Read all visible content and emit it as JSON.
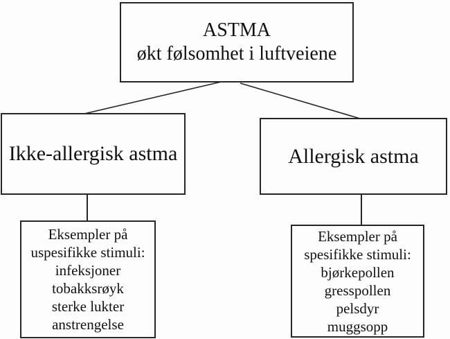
{
  "colors": {
    "background": "#fdfdfd",
    "line": "#262626",
    "text": "#111111"
  },
  "diagram": {
    "root": {
      "title": "ASTMA",
      "subtitle": "økt følsomhet i luftveiene"
    },
    "branches": [
      {
        "label": "Ikke-allergisk astma"
      },
      {
        "label": "Allergisk astma"
      }
    ],
    "examples": [
      {
        "lines": [
          "Eksempler på",
          "uspesifikke stimuli:",
          "infeksjoner",
          "tobakksrøyk",
          "sterke lukter",
          "anstrengelse"
        ]
      },
      {
        "lines": [
          "Eksempler på",
          "spesifikke stimuli:",
          "bjørkepollen",
          "gresspollen",
          "pelsdyr",
          "muggsopp"
        ]
      }
    ]
  }
}
